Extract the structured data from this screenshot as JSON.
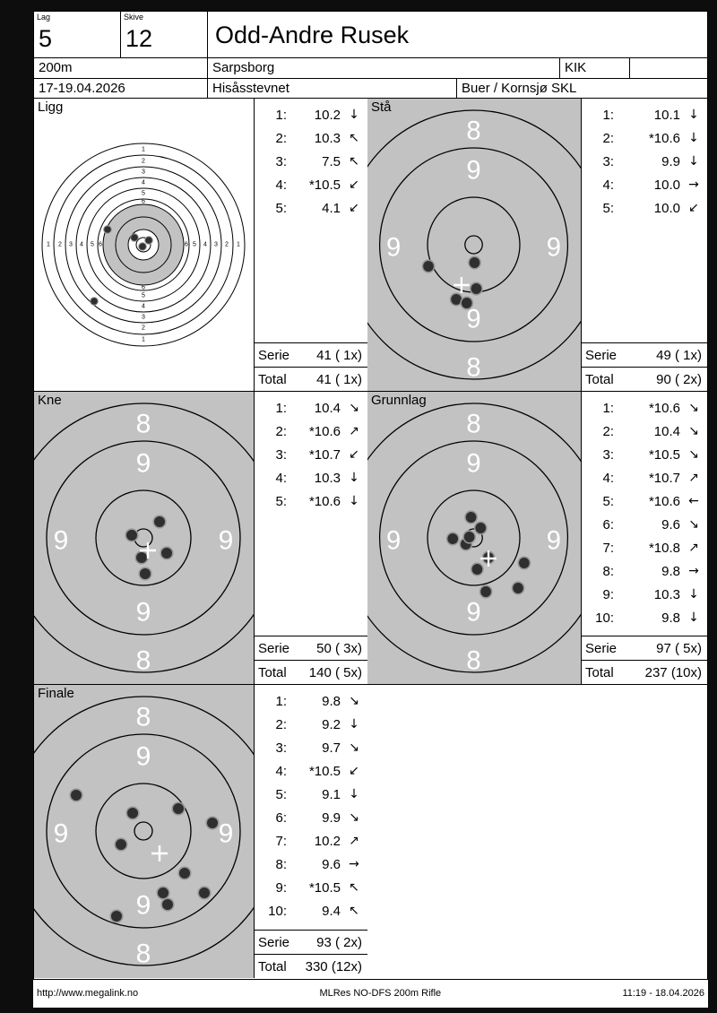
{
  "header": {
    "lag_label": "Lag",
    "lag_value": "5",
    "skive_label": "Skive",
    "skive_value": "12",
    "shooter_name": "Odd-Andre Rusek",
    "distance": "200m",
    "club": "Sarpsborg",
    "category": "KIK",
    "dates": "17-19.04.2026",
    "event": "Hisåsstevnet",
    "organizer": "Buer / Kornsjø SKL"
  },
  "labels": {
    "serie": "Serie",
    "total": "Total"
  },
  "gray_ring_numbers": [
    "8",
    "9",
    "9",
    "9",
    "9",
    "8"
  ],
  "ligg_ring_digits": {
    "top": [
      "1",
      "2",
      "3",
      "4",
      "5",
      "6"
    ],
    "bottom": [
      "6",
      "5",
      "4",
      "3",
      "2",
      "1"
    ],
    "left": [
      "1",
      "2",
      "3",
      "4",
      "5",
      "6"
    ],
    "right": [
      "6",
      "5",
      "4",
      "3",
      "2",
      "1"
    ]
  },
  "colors": {
    "target_gray": "#c2c2c2",
    "ring_text": "#ffffff",
    "hole_fill": "#2f2f2f",
    "hole_stroke": "#979797"
  },
  "panels": [
    {
      "id": "ligg",
      "label": "Ligg",
      "style": "white",
      "col": "left",
      "row": 0,
      "shots": [
        {
          "n": "1:",
          "value": "10.2",
          "arrow": "↓"
        },
        {
          "n": "2:",
          "value": "10.3",
          "arrow": "↖"
        },
        {
          "n": "3:",
          "value": "7.5",
          "arrow": "↖"
        },
        {
          "n": "4:",
          "value": "*10.5",
          "arrow": "↙"
        },
        {
          "n": "5:",
          "value": "4.1",
          "arrow": "↙"
        }
      ],
      "serie": "41 ( 1x)",
      "total": "41 ( 1x)",
      "holes": [
        [
          112,
          155
        ],
        [
          121,
          165
        ],
        [
          128,
          158
        ],
        [
          82,
          146
        ],
        [
          67,
          226
        ]
      ],
      "cross": null
    },
    {
      "id": "staa",
      "label": "Stå",
      "style": "gray",
      "col": "right",
      "row": 0,
      "shots": [
        {
          "n": "1:",
          "value": "10.1",
          "arrow": "↓"
        },
        {
          "n": "2:",
          "value": "*10.6",
          "arrow": "↓"
        },
        {
          "n": "3:",
          "value": "9.9",
          "arrow": "↓"
        },
        {
          "n": "4:",
          "value": "10.0",
          "arrow": "→"
        },
        {
          "n": "5:",
          "value": "10.0",
          "arrow": "↙"
        }
      ],
      "serie": "49 ( 1x)",
      "total": "90 ( 2x)",
      "holes": [
        [
          70,
          187
        ],
        [
          123,
          183
        ],
        [
          102,
          224
        ],
        [
          114,
          228
        ],
        [
          125,
          212
        ]
      ],
      "cross": [
        108,
        208
      ]
    },
    {
      "id": "kne",
      "label": "Kne",
      "style": "gray",
      "col": "left",
      "row": 1,
      "shots": [
        {
          "n": "1:",
          "value": "10.4",
          "arrow": "↘"
        },
        {
          "n": "2:",
          "value": "*10.6",
          "arrow": "↗"
        },
        {
          "n": "3:",
          "value": "*10.7",
          "arrow": "↙"
        },
        {
          "n": "4:",
          "value": "10.3",
          "arrow": "↓"
        },
        {
          "n": "5:",
          "value": "*10.6",
          "arrow": "↓"
        }
      ],
      "serie": "50 ( 3x)",
      "total": "140 ( 5x)",
      "holes": [
        [
          140,
          145
        ],
        [
          109,
          160
        ],
        [
          148,
          180
        ],
        [
          120,
          185
        ],
        [
          124,
          203
        ]
      ],
      "cross": [
        127,
        177
      ]
    },
    {
      "id": "grunnlag",
      "label": "Grunnlag",
      "style": "gray",
      "col": "right",
      "row": 1,
      "shots": [
        {
          "n": "1:",
          "value": "*10.6",
          "arrow": "↘"
        },
        {
          "n": "2:",
          "value": "10.4",
          "arrow": "↘"
        },
        {
          "n": "3:",
          "value": "*10.5",
          "arrow": "↘"
        },
        {
          "n": "4:",
          "value": "*10.7",
          "arrow": "↗"
        },
        {
          "n": "5:",
          "value": "*10.6",
          "arrow": "←"
        },
        {
          "n": "6:",
          "value": "9.6",
          "arrow": "↘"
        },
        {
          "n": "7:",
          "value": "*10.8",
          "arrow": "↗"
        },
        {
          "n": "8:",
          "value": "9.8",
          "arrow": "→"
        },
        {
          "n": "9:",
          "value": "10.3",
          "arrow": "↓"
        },
        {
          "n": "10:",
          "value": "9.8",
          "arrow": "↓"
        }
      ],
      "serie": "97 ( 5x)",
      "total": "237 (10x)",
      "holes": [
        [
          119,
          140
        ],
        [
          130,
          152
        ],
        [
          98,
          164
        ],
        [
          113,
          170
        ],
        [
          117,
          162
        ],
        [
          139,
          185
        ],
        [
          126,
          198
        ],
        [
          180,
          191
        ],
        [
          173,
          219
        ],
        [
          136,
          223
        ]
      ],
      "cross": [
        139,
        186
      ]
    },
    {
      "id": "finale",
      "label": "Finale",
      "style": "gray",
      "col": "left",
      "row": 2,
      "shots": [
        {
          "n": "1:",
          "value": "9.8",
          "arrow": "↘"
        },
        {
          "n": "2:",
          "value": "9.2",
          "arrow": "↓"
        },
        {
          "n": "3:",
          "value": "9.7",
          "arrow": "↘"
        },
        {
          "n": "4:",
          "value": "*10.5",
          "arrow": "↙"
        },
        {
          "n": "5:",
          "value": "9.1",
          "arrow": "↓"
        },
        {
          "n": "6:",
          "value": "9.9",
          "arrow": "↘"
        },
        {
          "n": "7:",
          "value": "10.2",
          "arrow": "↗"
        },
        {
          "n": "8:",
          "value": "9.6",
          "arrow": "→"
        },
        {
          "n": "9:",
          "value": "*10.5",
          "arrow": "↖"
        },
        {
          "n": "10:",
          "value": "9.4",
          "arrow": "↖"
        }
      ],
      "serie": "93 ( 2x)",
      "total": "330 (12x)",
      "holes": [
        [
          47,
          123
        ],
        [
          110,
          143
        ],
        [
          161,
          138
        ],
        [
          199,
          154
        ],
        [
          97,
          178
        ],
        [
          168,
          210
        ],
        [
          144,
          232
        ],
        [
          190,
          232
        ],
        [
          149,
          245
        ],
        [
          92,
          258
        ]
      ],
      "cross": [
        140,
        188
      ]
    }
  ],
  "footer": {
    "left": "http://www.megalink.no",
    "center": "MLRes NO-DFS 200m Rifle",
    "right": "11:19 - 18.04.2026"
  }
}
